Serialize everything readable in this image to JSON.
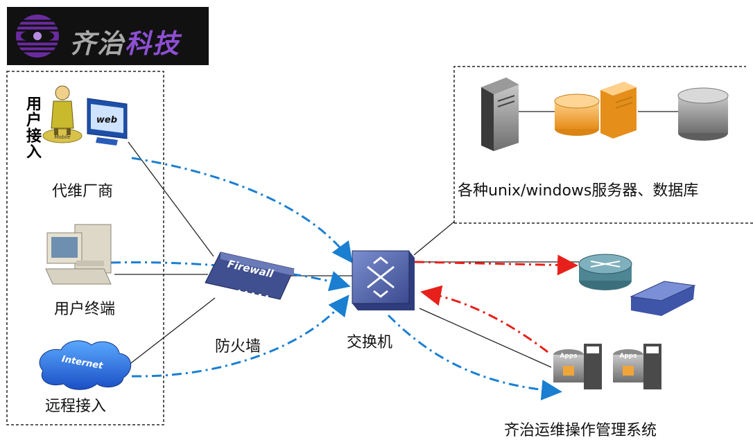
{
  "logo": {
    "text_main": "齐治",
    "text_accent": "科技"
  },
  "labels": {
    "user_access": "用户接入",
    "vendor": "代维厂商",
    "user_terminal": "用户终端",
    "remote_access": "远程接入",
    "firewall": "防火墙",
    "switch": "交换机",
    "servers": "各种unix/windows服务器、数据库",
    "ops_system": "齐治运维操作管理系统"
  },
  "icon_text": {
    "monitor_screen": "web",
    "person_badge": "Mobile",
    "firewall_device": "Firewall",
    "internet_cloud": "Internet",
    "apps_1": "Apps",
    "apps_2": "Apps"
  },
  "colors": {
    "blue_flow": "#1a7fd1",
    "red_flow": "#e8201b",
    "logo_accent": "#8e4fd3",
    "switch_blue": "#4d5fa8",
    "server_orange": "#f0a53a"
  }
}
